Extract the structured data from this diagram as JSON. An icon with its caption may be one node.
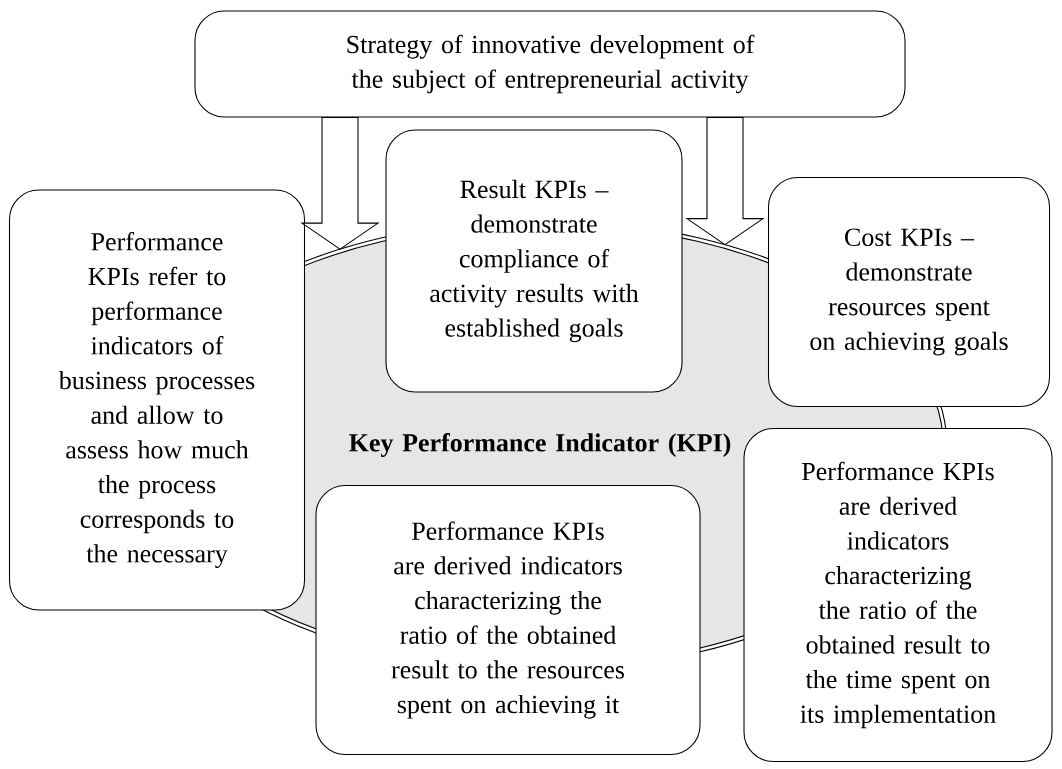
{
  "diagram": {
    "nodes": [
      {
        "text": [
          "Strategy of innovative development of the subject of entrepreneurial activity"
        ]
      },
      {
        "text": [
          "Key Performance Indicator (KPI)"
        ]
      },
      {
        "text": [
          "Result KPIs – demonstrate compliance of activity results with established goals"
        ]
      },
      {
        "text": [
          "Cost KPIs – demonstrate resources spent on achieving goals"
        ]
      },
      {
        "text": [
          "Performance KPIs refer to performance indicators of business processes and allow to assess how much the process corresponds to the necessary"
        ]
      },
      {
        "text": [
          "Performance KPIs are derived indicators characterizing the ratio of the obtained result to the resources spent on achieving it"
        ]
      },
      {
        "text": [
          "Performance KPIs are derived indicators characterizing the ratio of the obtained result to the time spent on its implementation"
        ]
      }
    ],
    "edges": [
      {
        "from": 0,
        "to": 1,
        "arrow": "to"
      },
      {
        "from": 0,
        "to": 1,
        "arrow": "to"
      }
    ]
  }
}
